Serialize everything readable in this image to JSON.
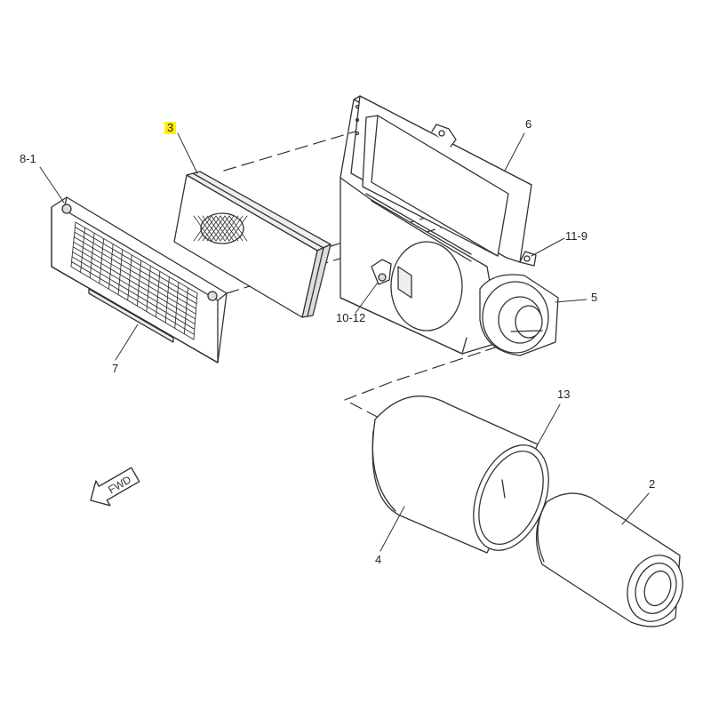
{
  "colors": {
    "line": "#333333",
    "highlight": "#fff200",
    "background": "#ffffff",
    "face": "#ffffff",
    "shade": "#eeeeee"
  },
  "callouts": {
    "c3": "3",
    "c6": "6",
    "c8_1": "8-1",
    "c11_9": "11-9",
    "c5": "5",
    "c10_12": "10-12",
    "c7": "7",
    "c13": "13",
    "c2": "2",
    "c4": "4"
  },
  "fwd_arrow": {
    "label": "FWD",
    "icon": "fwd-arrow-icon"
  },
  "highlighted_callout": "3"
}
